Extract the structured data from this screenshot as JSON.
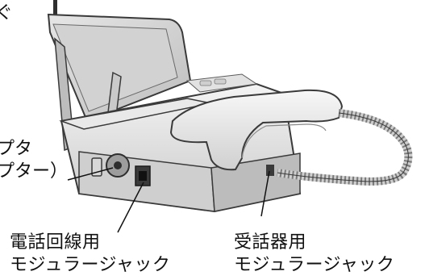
{
  "callouts": {
    "top_left_fragment": "ぐ",
    "adapter_line1": "プタ",
    "adapter_line2": "プター）",
    "phone_line_jack_line1": "電話回線用",
    "phone_line_jack_line2": "モジュラージャック",
    "handset_jack_line1": "受話器用",
    "handset_jack_line2": "モジュラージャック"
  },
  "colors": {
    "body_light": "#f2f2f2",
    "body_mid": "#d9d9d9",
    "body_dark": "#a8a8a8",
    "outline": "#3a3a3a",
    "jack_dark": "#2e2e2e"
  }
}
